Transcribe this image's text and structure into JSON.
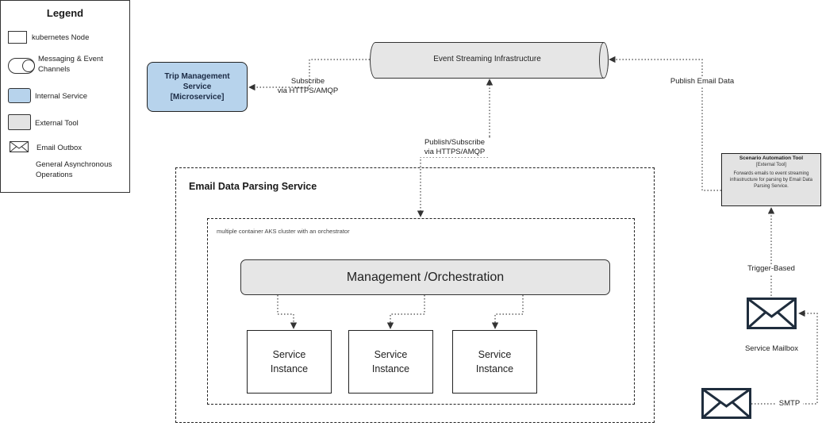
{
  "legend": {
    "title": "Legend",
    "items": [
      {
        "icon": "kubernetes-node-swatch",
        "label": "kubernetes Node"
      },
      {
        "icon": "channel-swatch",
        "label": "Messaging & Event Channels"
      },
      {
        "icon": "internal-service-swatch",
        "label": "Internal Service"
      },
      {
        "icon": "external-tool-swatch",
        "label": "External Tool"
      },
      {
        "icon": "envelope-icon",
        "label": "Email Outbox"
      },
      {
        "icon": "dotted-arrow-icon",
        "label": "General Asynchronous Operations"
      }
    ]
  },
  "trip_service": {
    "label": "Trip Management\nService\n[Microservice]"
  },
  "event_streaming": {
    "label": "Event Streaming  Infrastructure"
  },
  "edges": {
    "subscribe": "Subscribe\nvia HTTPS/AMQP",
    "pub_sub": "Publish/Subscribe\nvia HTTPS/AMQP",
    "publish_email": "Publish Email Data",
    "trigger": "Trigger-Based",
    "smtp": "SMTP"
  },
  "parsing_service": {
    "title": "Email Data Parsing Service",
    "cluster_label": "multiple container AKS cluster with an orchestrator",
    "management": "Management /Orchestration",
    "instances": [
      "Service\nInstance",
      "Service\nInstance",
      "Service\nInstance"
    ]
  },
  "scenario_tool": {
    "title": "Scenario Automation Tool",
    "subtitle": "[External Tool]",
    "description": "Forwards emails to event streaming infrastructure for parsing by Email Data Parsing Service."
  },
  "mailbox": {
    "label": "Service Mailbox"
  },
  "colors": {
    "internal": "#b7d3ec",
    "external": "#e3e3e3",
    "stroke": "#333333"
  }
}
